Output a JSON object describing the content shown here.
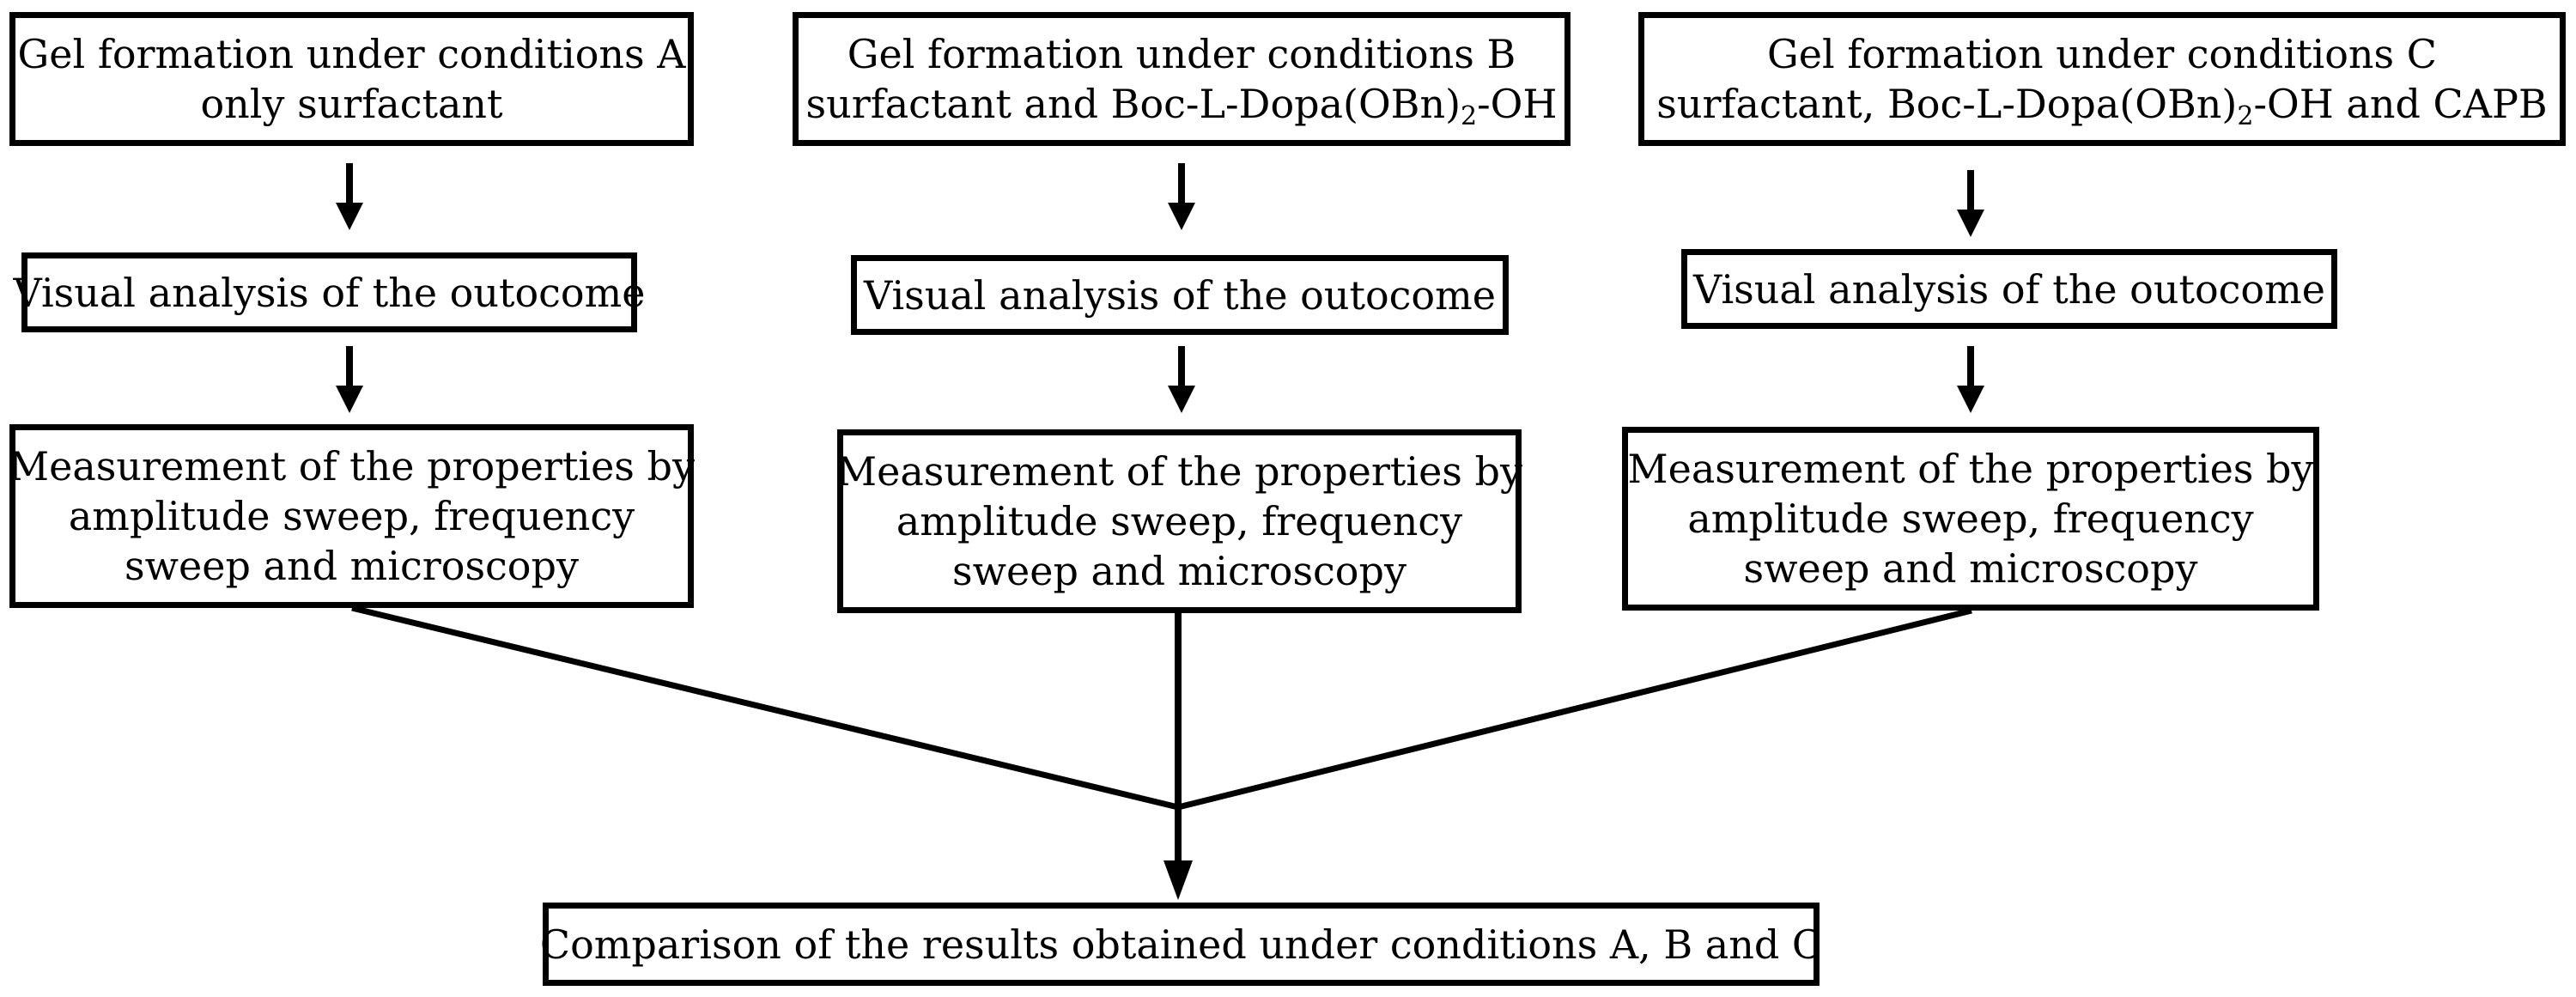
{
  "columns": [
    {
      "condition": {
        "line1": "Gel formation under conditions A",
        "line2": "only surfactant"
      },
      "visual": "Visual analysis of the outocome",
      "measurement": {
        "line1": "Measurement of the properties by",
        "line2": "amplitude sweep, frequency",
        "line3": "sweep and microscopy"
      }
    },
    {
      "condition": {
        "line1": "Gel formation under conditions B",
        "line2_before_sub": "surfactant and Boc-L-Dopa(OBn)",
        "line2_sub": "2",
        "line2_after_sub": "-OH"
      },
      "visual": "Visual analysis of the outocome",
      "measurement": {
        "line1": "Measurement of the properties by",
        "line2": "amplitude sweep, frequency",
        "line3": "sweep and microscopy"
      }
    },
    {
      "condition": {
        "line1": "Gel formation under conditions C",
        "line2_before_sub": "surfactant, Boc-L-Dopa(OBn)",
        "line2_sub": "2",
        "line2_after_sub": "-OH and CAPB"
      },
      "visual": "Visual analysis of the outocome",
      "measurement": {
        "line1": "Measurement of the properties by",
        "line2": "amplitude sweep, frequency",
        "line3": "sweep and microscopy"
      }
    }
  ],
  "comparison": "Comparison of the results obtained under conditions A, B and C"
}
